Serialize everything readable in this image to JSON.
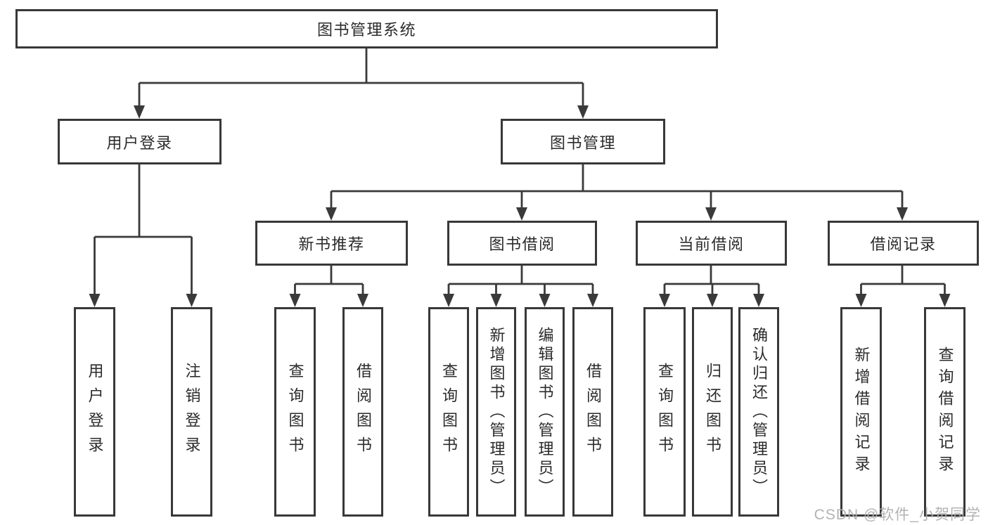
{
  "diagram": {
    "type": "hierarchy-tree",
    "colors": {
      "line": "#3a3a3a",
      "box_border": "#383838",
      "text": "#2b2b2b",
      "background": "#ffffff",
      "watermark": "#afafaf"
    },
    "tree": {
      "label": "图书管理系统",
      "children": [
        {
          "label": "用户登录",
          "children": [
            {
              "label": "用户登录"
            },
            {
              "label": "注销登录"
            }
          ]
        },
        {
          "label": "图书管理",
          "children": [
            {
              "label": "新书推荐",
              "children": [
                {
                  "label": "查询图书"
                },
                {
                  "label": "借阅图书"
                }
              ]
            },
            {
              "label": "图书借阅",
              "children": [
                {
                  "label": "查询图书"
                },
                {
                  "label": "新增图书（管理员）"
                },
                {
                  "label": "编辑图书（管理员）"
                },
                {
                  "label": "借阅图书"
                }
              ]
            },
            {
              "label": "当前借阅",
              "children": [
                {
                  "label": "查询图书"
                },
                {
                  "label": "归还图书"
                },
                {
                  "label": "确认归还（管理员）"
                }
              ]
            },
            {
              "label": "借阅记录",
              "children": [
                {
                  "label": "新增借阅记录"
                },
                {
                  "label": "查询借阅记录"
                }
              ]
            }
          ]
        }
      ]
    }
  },
  "watermark": {
    "text": "CSDN @软件_小贺同学"
  }
}
